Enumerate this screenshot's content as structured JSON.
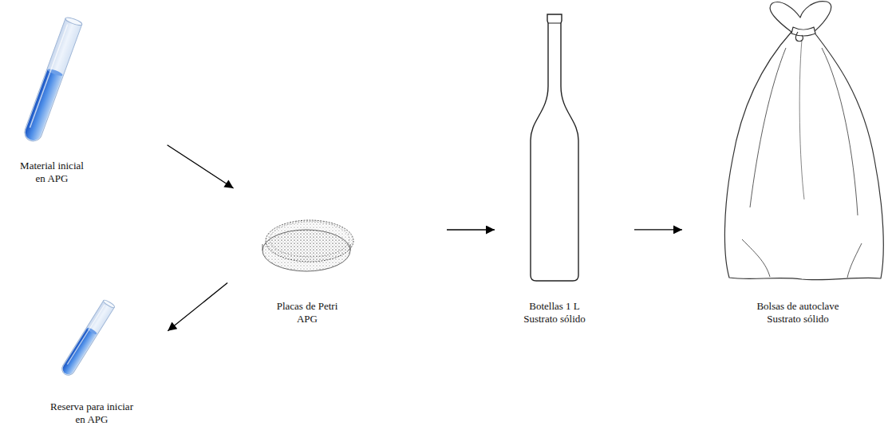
{
  "diagram": {
    "nodes": [
      {
        "text": [
          "Material inicial en APG"
        ]
      },
      {
        "text": [
          "Placas de Petri APG"
        ]
      },
      {
        "text": [
          "Botellas 1 L Sustrato sólido"
        ]
      },
      {
        "text": [
          "Bolsas de autoclave Sustrato sólido"
        ]
      },
      {
        "text": [
          "Reserva para iniciar en APG"
        ]
      }
    ],
    "edges": [
      {
        "from": 0,
        "to": 1,
        "arrow": "to"
      },
      {
        "from": 1,
        "to": 4,
        "arrow": "to"
      },
      {
        "from": 1,
        "to": 2,
        "arrow": "to"
      },
      {
        "from": 2,
        "to": 3,
        "arrow": "to"
      }
    ]
  }
}
